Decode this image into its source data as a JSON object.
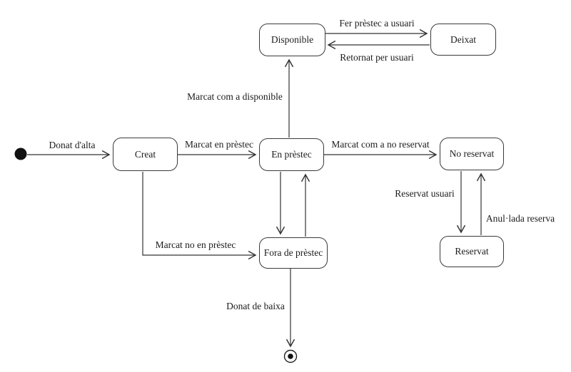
{
  "diagram": {
    "type": "uml-state-diagram",
    "states": {
      "creat": "Creat",
      "disponible": "Disponible",
      "deixat": "Deixat",
      "en_prestec": "En prèstec",
      "no_reservat": "No reservat",
      "reservat": "Reservat",
      "fora_de_prestec": "Fora de prèstec"
    },
    "transitions": {
      "donat_dalta": "Donat d'alta",
      "marcat_en_prestec": "Marcat en prèstec",
      "marcat_com_a_disponible": "Marcat com a disponible",
      "fer_prestec_a_usuari": "Fer prèstec a usuari",
      "retornat_per_usuari": "Retornat per usuari",
      "marcat_com_a_no_reservat": "Marcat com a no reservat",
      "reservat_usuari": "Reservat usuari",
      "anullada_reserva": "Anul·lada reserva",
      "marcat_no_en_prestec": "Marcat no en prèstec",
      "donat_de_baixa": "Donat de baixa"
    },
    "colors": {
      "stroke": "#333333",
      "text": "#1c1c1c",
      "state_fill": "#ffffff",
      "background": "#ffffff"
    }
  }
}
